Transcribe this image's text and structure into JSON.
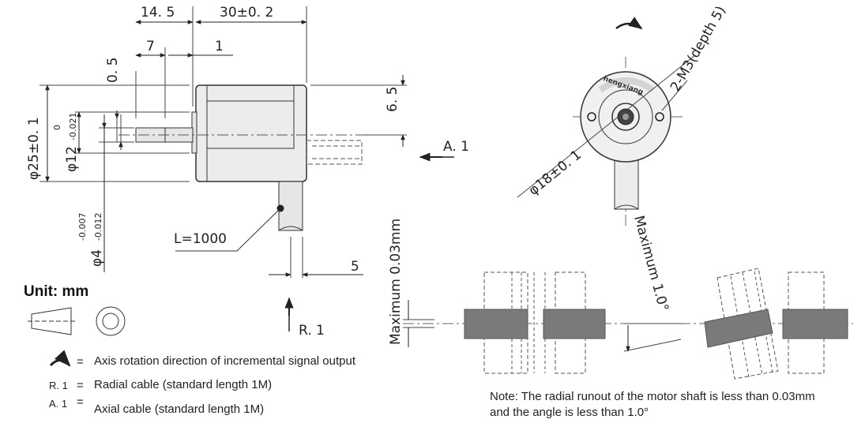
{
  "side_view": {
    "dim_14_5": "14. 5",
    "dim_30": "30±0. 2",
    "dim_7": "7",
    "dim_1": "1",
    "dim_0_5": "0. 5",
    "dim_phi25": "φ25±0. 1",
    "dim_phi12": "φ12",
    "tol_phi12_upper": "0",
    "tol_phi12_lower": "-0.021",
    "dim_phi4": "φ4",
    "tol_phi4_upper": "-0.007",
    "tol_phi4_lower": "-0.012",
    "dim_6_5": "6. 5",
    "cable_length": "L=1000",
    "dim_5": "5",
    "label_axial": "A. 1",
    "label_radial": "R. 1"
  },
  "front_view": {
    "dim_phi18": "φ18±0. 1",
    "dim_holes": "2-M3(depth 5)",
    "brand": "hengxiang"
  },
  "runout": {
    "max_runout": "Maximum 0.03mm",
    "max_angle": "Maximum 1.0°"
  },
  "legend": {
    "unit": "Unit: mm",
    "eq": "=",
    "rotation_desc": "Axis rotation direction of incremental signal output",
    "r1_key": "R. 1",
    "r1_desc": "Radial cable (standard length 1M)",
    "a1_key": "A. 1",
    "a1_desc": "Axial cable (standard length 1M)"
  },
  "note": {
    "line1": "Note: The radial runout of the motor shaft is less than 0.03mm",
    "line2": "and the angle is less than 1.0°"
  }
}
